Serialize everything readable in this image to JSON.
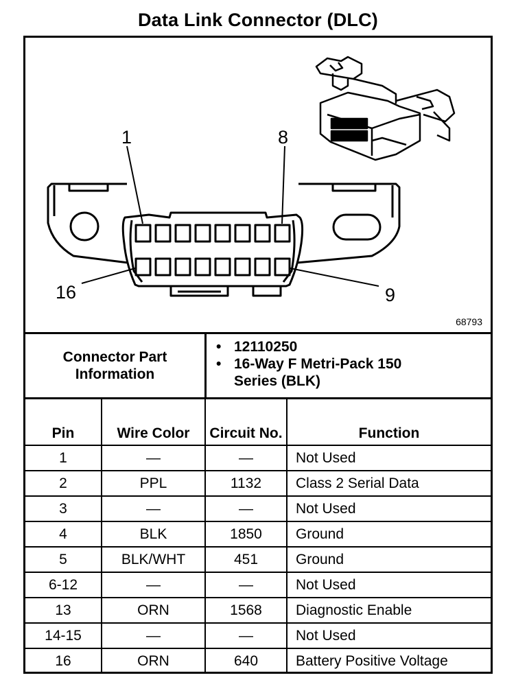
{
  "title": "Data Link Connector (DLC)",
  "figure": {
    "pin_labels": {
      "top_left": "1",
      "top_right": "8",
      "bottom_left": "16",
      "bottom_right": "9"
    },
    "figure_id": "68793"
  },
  "connector_info": {
    "label": "Connector Part Information",
    "items": [
      "12110250",
      "16-Way F Metri-Pack 150 Series (BLK)"
    ]
  },
  "table": {
    "headers": {
      "pin": "Pin",
      "wire_color": "Wire Color",
      "circuit_no": "Circuit No.",
      "function": "Function"
    },
    "rows": [
      {
        "pin": "1",
        "wire_color": "—",
        "circuit_no": "—",
        "function": "Not Used"
      },
      {
        "pin": "2",
        "wire_color": "PPL",
        "circuit_no": "1132",
        "function": "Class 2 Serial Data"
      },
      {
        "pin": "3",
        "wire_color": "—",
        "circuit_no": "—",
        "function": "Not Used"
      },
      {
        "pin": "4",
        "wire_color": "BLK",
        "circuit_no": "1850",
        "function": "Ground"
      },
      {
        "pin": "5",
        "wire_color": "BLK/WHT",
        "circuit_no": "451",
        "function": "Ground"
      },
      {
        "pin": "6-12",
        "wire_color": "—",
        "circuit_no": "—",
        "function": "Not Used"
      },
      {
        "pin": "13",
        "wire_color": "ORN",
        "circuit_no": "1568",
        "function": "Diagnostic Enable"
      },
      {
        "pin": "14-15",
        "wire_color": "—",
        "circuit_no": "—",
        "function": "Not Used"
      },
      {
        "pin": "16",
        "wire_color": "ORN",
        "circuit_no": "640",
        "function": "Battery Positive Voltage"
      }
    ]
  }
}
